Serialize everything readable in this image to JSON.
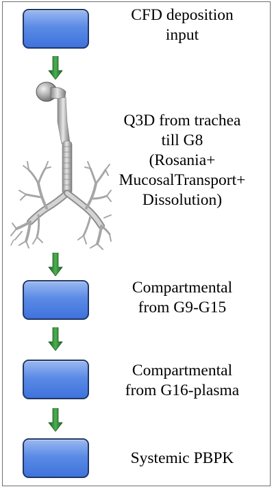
{
  "steps": [
    {
      "label_lines": [
        "CFD deposition",
        "input"
      ]
    },
    {
      "label_lines": [
        "Q3D from trachea",
        "till G8",
        "(Rosania+",
        "MucosalTransport+",
        "Dissolution)"
      ]
    },
    {
      "label_lines": [
        "Compartmental",
        "from G9-G15"
      ]
    },
    {
      "label_lines": [
        "Compartmental",
        "from G16-plasma"
      ]
    },
    {
      "label_lines": [
        "Systemic PBPK"
      ]
    }
  ],
  "colors": {
    "box_fill": "#5b8be6",
    "box_border": "#1f3864",
    "arrow": "#2e7d32",
    "airway": "#bdbdbd"
  },
  "icons": {
    "airway": "airway-tree-icon",
    "arrow": "down-arrow-icon"
  }
}
